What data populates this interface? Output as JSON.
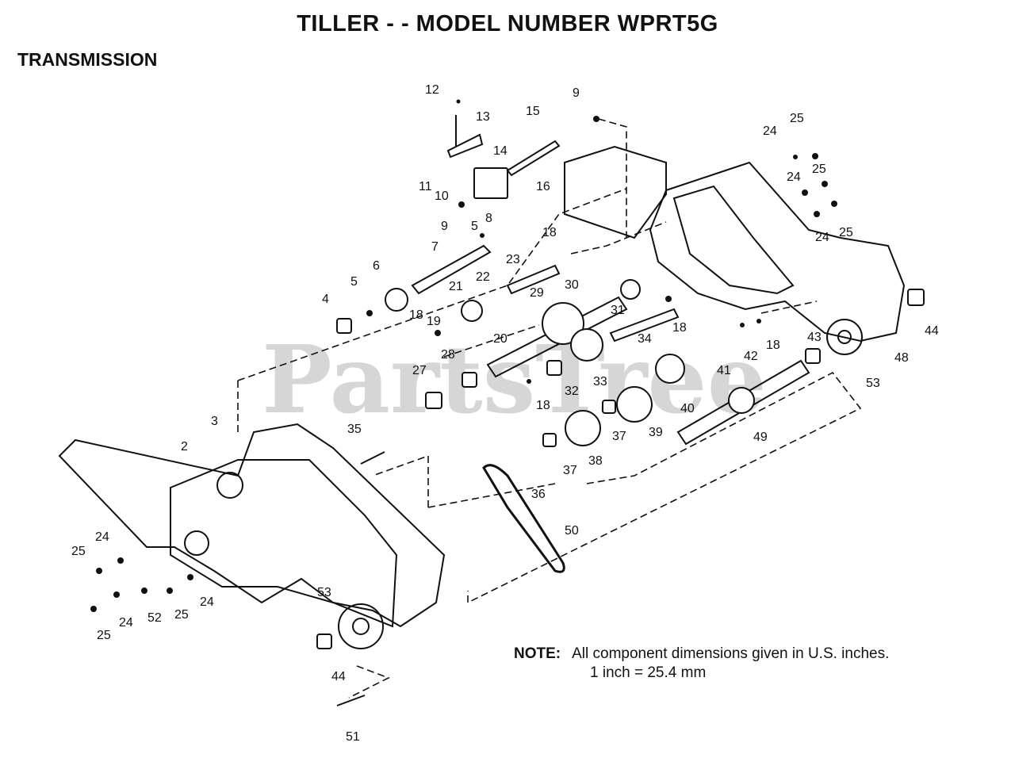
{
  "title": "TILLER - - MODEL NUMBER WPRT5G",
  "section": "TRANSMISSION",
  "watermark": "PartsTree",
  "note": {
    "label": "NOTE:",
    "line1": "All component dimensions given in U.S. inches.",
    "line2": "1 inch = 25.4 mm"
  },
  "callouts": [
    "12",
    "13",
    "15",
    "9",
    "14",
    "11",
    "10",
    "16",
    "9",
    "8",
    "5",
    "7",
    "18",
    "23",
    "6",
    "5",
    "4",
    "21",
    "22",
    "19",
    "18",
    "20",
    "29",
    "30",
    "31",
    "24",
    "25",
    "24",
    "25",
    "24",
    "25",
    "18",
    "34",
    "18",
    "42",
    "41",
    "43",
    "44",
    "48",
    "53",
    "28",
    "27",
    "32",
    "33",
    "18",
    "40",
    "37",
    "39",
    "49",
    "35",
    "3",
    "2",
    "38",
    "37",
    "36",
    "50",
    "24",
    "25",
    "24",
    "25",
    "24",
    "52",
    "25",
    "53",
    "44",
    "51"
  ]
}
